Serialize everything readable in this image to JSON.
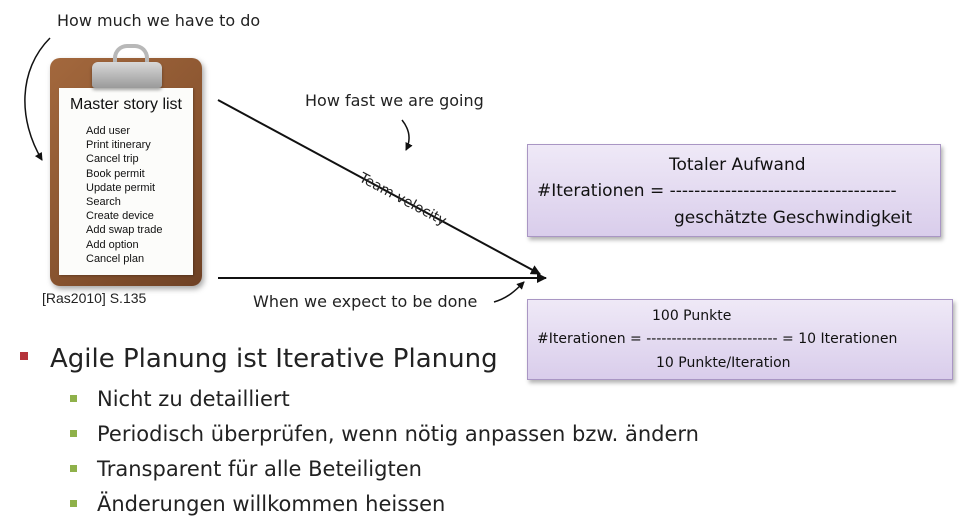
{
  "annotations": {
    "how_much": "How much we have to do",
    "how_fast": "How fast we are going",
    "team_velocity": "Team velocity",
    "when_done": "When we expect to be done"
  },
  "clipboard": {
    "title": "Master story list",
    "items": [
      "Add user",
      "Print itinerary",
      "Cancel trip",
      "Book permit",
      "Update permit",
      "Search",
      "Create device",
      "Add swap trade",
      "Add option",
      "Cancel plan"
    ]
  },
  "reference": "[Ras2010]   S.135",
  "formula1": {
    "numerator": "Totaler Aufwand",
    "lhs": "#Iterationen = ",
    "bar": "-------------------------------------",
    "denominator": "geschätzte Geschwindigkeit"
  },
  "formula2": {
    "numerator": "100 Punkte",
    "lhs": "#Iterationen = ",
    "bar": "--------------------------",
    "result": " = 10 Iterationen",
    "denominator": "10 Punkte/Iteration"
  },
  "bullets": {
    "main": "Agile Planung ist Iterative Planung",
    "sub": [
      "Nicht zu detailliert",
      "Periodisch überprüfen, wenn nötig anpassen bzw. ändern",
      "Transparent für alle Beteiligten",
      "Änderungen willkommen heissen"
    ]
  },
  "colors": {
    "bullet_main": "#b5333a",
    "bullet_sub": "#8fb14a",
    "formula_fill": "#e4dbf0",
    "formula_border": "#a996c4",
    "board": "#8a5530"
  }
}
